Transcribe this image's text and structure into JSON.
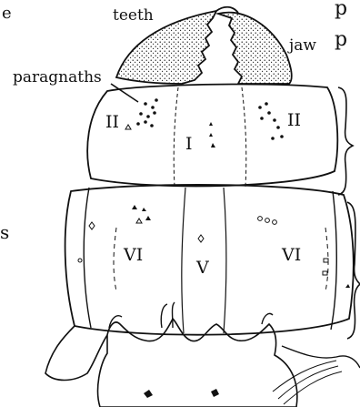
{
  "labels": {
    "teeth": "teeth",
    "jaw": "jaw",
    "paragnaths": "paragnaths",
    "area_I": "I",
    "area_II_left": "II",
    "area_II_right": "II",
    "area_V": "V",
    "area_VI_left": "VI",
    "area_VI_right": "VI"
  },
  "cropped_text": {
    "right_p1": "p",
    "right_p2": "p",
    "left_s": "s",
    "left_top": "e"
  },
  "colors": {
    "ink": "#111111",
    "background": "#ffffff"
  }
}
